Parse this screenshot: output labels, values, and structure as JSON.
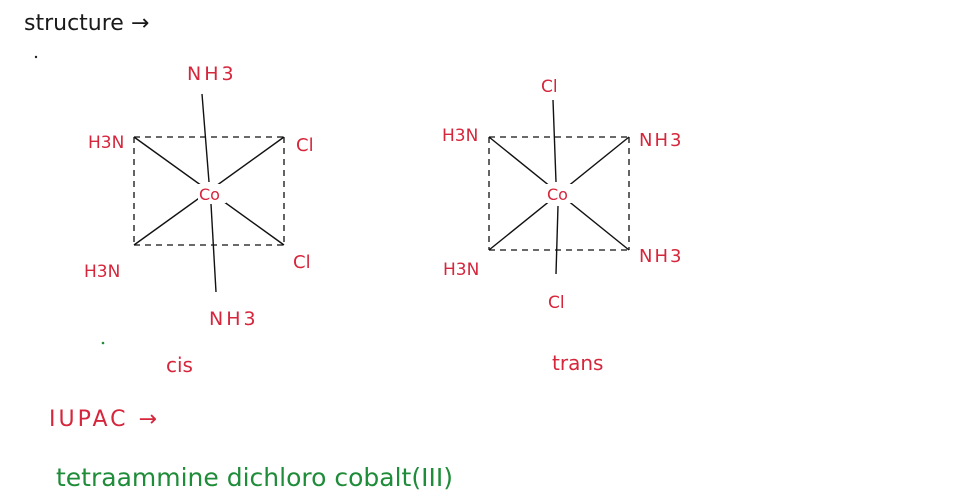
{
  "heading": "structure →",
  "cis": {
    "top_ligand": "NH3",
    "bottom_ligand": "NH3",
    "top_left": "H3N",
    "bottom_left": "H3N",
    "top_right": "Cl",
    "bottom_right": "Cl",
    "center": "Co",
    "caption": "cis"
  },
  "trans": {
    "top_ligand": "Cl",
    "bottom_ligand": "Cl",
    "top_left": "H3N",
    "bottom_left": "H3N",
    "top_right": "NH3",
    "bottom_right": "NH3",
    "center": "Co",
    "caption": "trans"
  },
  "iupac_label": "IUPAC →",
  "iupac_name": "tetraammine dichloro cobalt(III)",
  "colors": {
    "ink": "#1a1a1a",
    "ligand": "#d6263c",
    "name": "#1f8c3a"
  }
}
